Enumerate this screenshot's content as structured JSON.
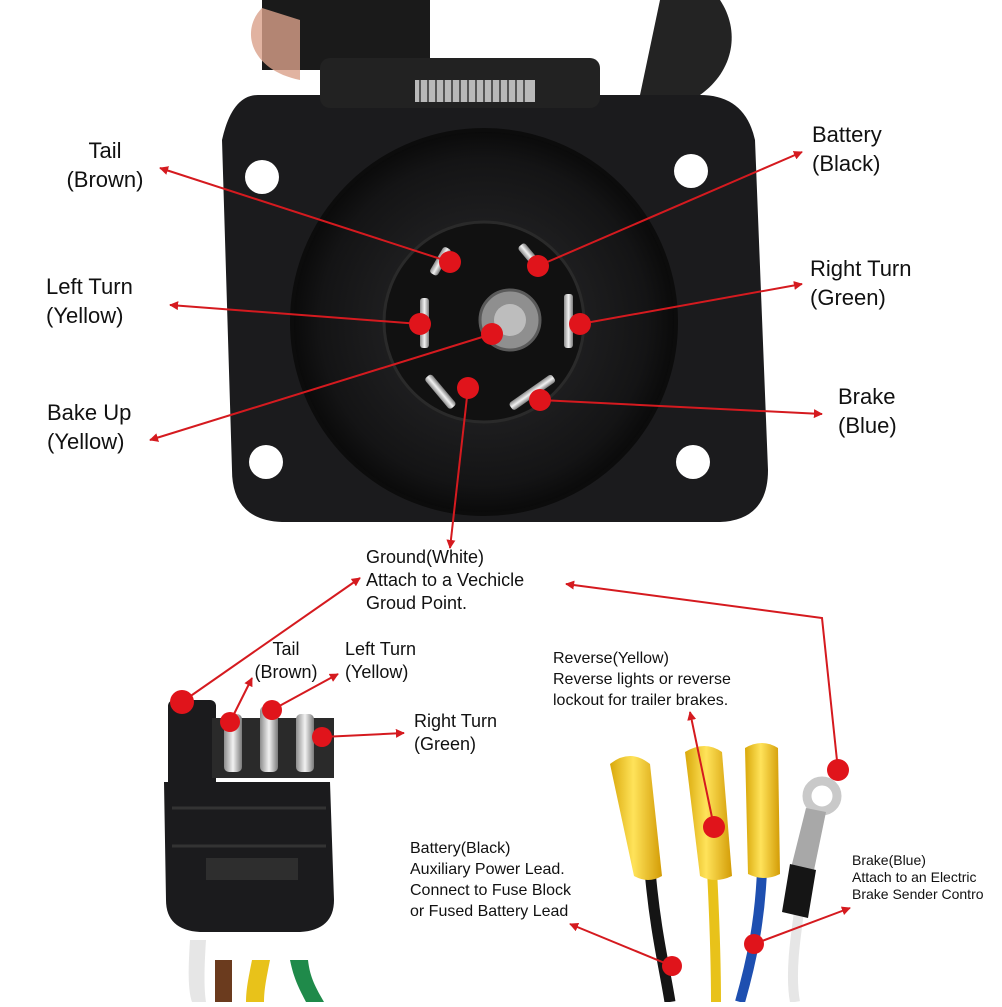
{
  "labels": {
    "tail_top": [
      "Tail",
      "(Brown)"
    ],
    "left_turn_top": [
      "Left Turn",
      "(Yellow)"
    ],
    "bake_up": [
      "Bake Up",
      "(Yellow)"
    ],
    "battery_top": [
      "Battery",
      "(Black)"
    ],
    "right_turn_top": [
      "Right Turn",
      "(Green)"
    ],
    "brake_top": [
      "Brake",
      "(Blue)"
    ],
    "ground": [
      "Ground(White)",
      "Attach to a Vechicle",
      "Groud Point."
    ],
    "tail_plug": [
      "Tail",
      "(Brown)"
    ],
    "left_turn_plug": [
      "Left Turn",
      "(Yellow)"
    ],
    "right_turn_plug": [
      "Right Turn",
      "(Green)"
    ],
    "reverse": [
      "Reverse(Yellow)",
      "Reverse lights or reverse",
      "lockout for trailer brakes."
    ],
    "battery_lead": [
      "Battery(Black)",
      "Auxiliary Power Lead.",
      "Connect to Fuse Block",
      "or Fused Battery Lead"
    ],
    "brake_lead": [
      "Brake(Blue)",
      "Attach to an Electric",
      "Brake Sender Contro"
    ]
  },
  "colors": {
    "marker": "#e0141b",
    "arrow": "#d51a1f",
    "housing": "#1b1b1d",
    "wire_brown": "#6b3b1e",
    "wire_yellow": "#e8c21a",
    "wire_green": "#1f8a4a",
    "wire_black": "#151515",
    "wire_blue": "#1e4fb0",
    "wire_white": "#e6e6e6"
  }
}
